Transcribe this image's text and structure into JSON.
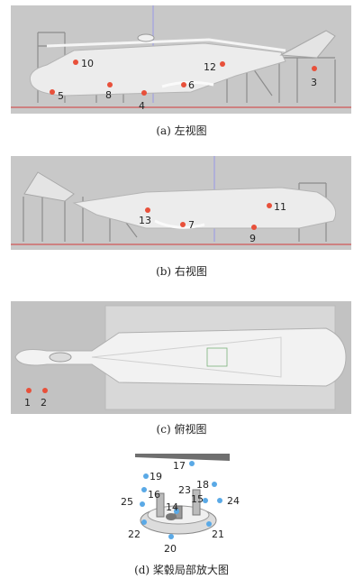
{
  "captions": {
    "a": "(a) 左视图",
    "b": "(b) 右视图",
    "c": "(c) 俯视图",
    "d": "(d) 桨毂局部放大图"
  },
  "points": {
    "left_view": [
      "10",
      "12",
      "3",
      "5",
      "8",
      "6",
      "4"
    ],
    "right_view": [
      "11",
      "13",
      "7",
      "9"
    ],
    "top_view": [
      "1",
      "2"
    ],
    "hub_detail": [
      "17",
      "19",
      "18",
      "16",
      "23",
      "25",
      "15",
      "24",
      "14",
      "22",
      "21",
      "20"
    ]
  },
  "colors": {
    "background": "#c8c8c8",
    "fuselage": "#eaeaea",
    "frame": "#9a9a9a",
    "point_red": "#e8503a",
    "point_blue": "#5aa9e6",
    "floor_line": "#d23a3a"
  }
}
